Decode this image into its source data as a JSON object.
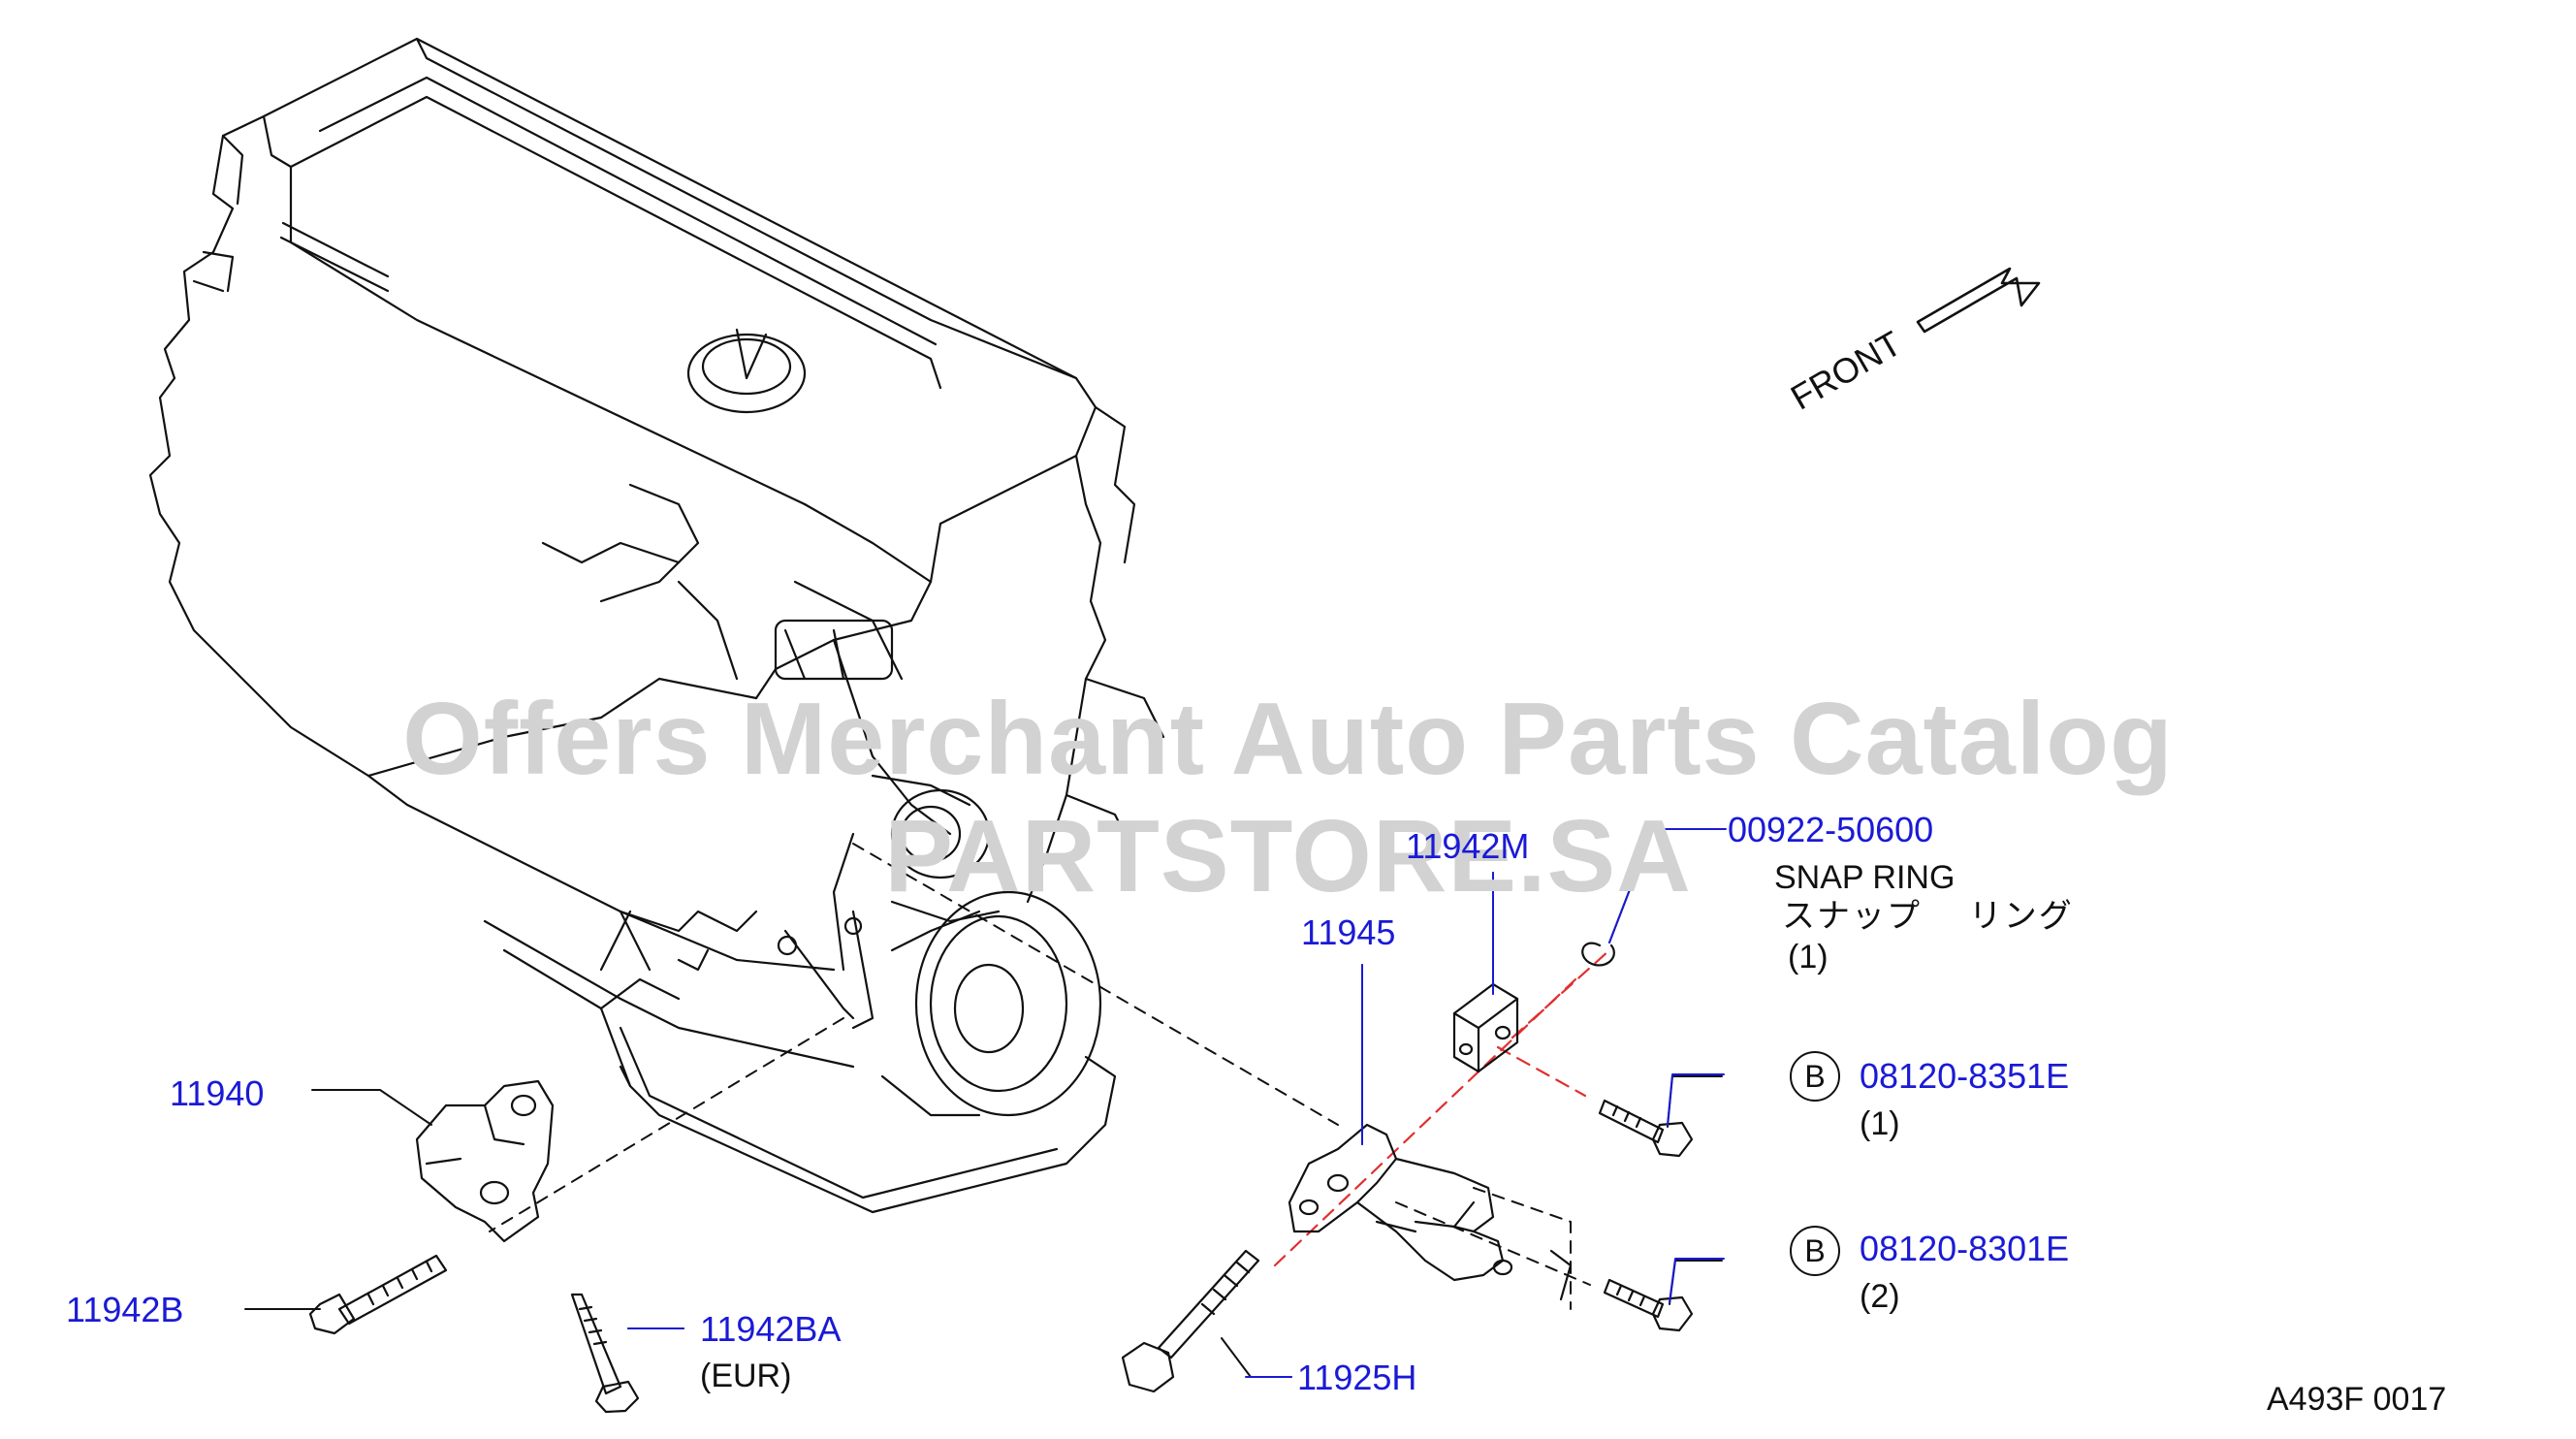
{
  "watermark": "Offers Merchant Auto Parts Catalog PARTSTORE.SA",
  "front_label": "FRONT",
  "figure_code": "A493F  0017",
  "parts": {
    "p11940": "11940",
    "p11942B": "11942B",
    "p11942BA": "11942BA",
    "p11942BA_note": "(EUR)",
    "p11925H": "11925H",
    "p11945": "11945",
    "p11942M": "11942M",
    "snap_ring_code": "00922-50600",
    "snap_ring_name": "SNAP   RING",
    "snap_ring_name_jp": "スナップ　 リング",
    "snap_ring_qty": "(1)",
    "bolt1_code": "08120-8351E",
    "bolt1_marker": "B",
    "bolt1_qty": "(1)",
    "bolt2_code": "08120-8301E",
    "bolt2_marker": "B",
    "bolt2_qty": "(2)"
  },
  "colors": {
    "part_number": "#1a1ad6",
    "line_art": "#111111",
    "leader": "#1a1ad6",
    "red_axis": "#e03030",
    "watermark": "#d2d2d2"
  }
}
